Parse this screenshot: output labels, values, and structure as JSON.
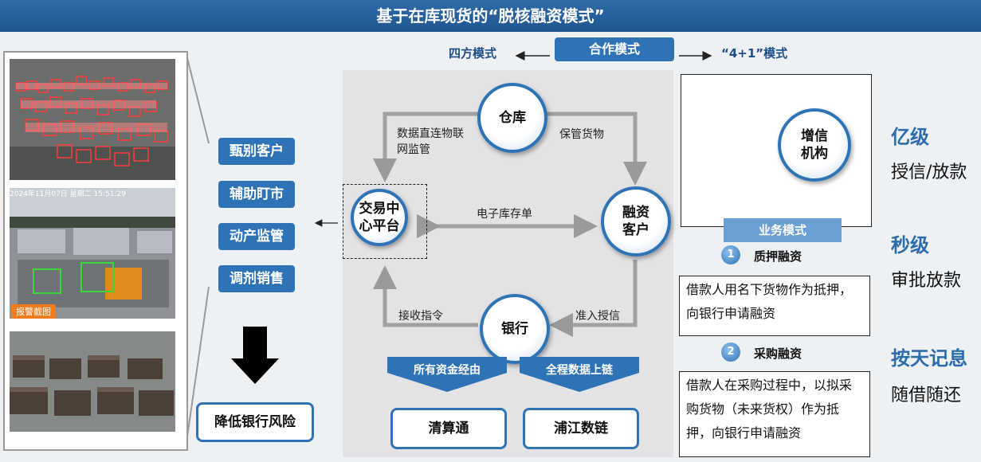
{
  "banner": {
    "title": "基于在库现货的“脱核融资模式”"
  },
  "modes": {
    "left": "四方模式",
    "center": "合作模式",
    "right": "“4+1”模式"
  },
  "left_panel": {
    "photo2_caption": "报警截图",
    "photo2_stamp": "2024年11月07日 星期二 15:51:29"
  },
  "side_buttons": [
    "甄别客户",
    "辅助盯市",
    "动产监管",
    "调剂销售"
  ],
  "reduce_risk": "降低银行风险",
  "nodes": {
    "warehouse": "仓库",
    "trade_platform": "交易中心平台",
    "customer": "融资客户",
    "bank": "银行"
  },
  "edges": {
    "data_link": "数据直连物联网监管",
    "custody": "保管货物",
    "receipt": "电子库存单",
    "receive_cmd": "接收指令",
    "credit": "准入授信"
  },
  "bottom": {
    "funds_label": "所有资金经由",
    "chain_label": "全程数据上链",
    "clearing": "清算通",
    "pujiang": "浦江数链"
  },
  "credit_org": "增信机构",
  "business": {
    "title": "业务模式",
    "mode1_num": "1",
    "mode1_name": "质押融资",
    "mode1_desc": "借款人用名下货物作为抵押，向银行申请融资",
    "mode2_num": "2",
    "mode2_name": "采购融资",
    "mode2_desc": "借款人在采购过程中，以拟采购货物（未来货权）作为抵押，向银行申请融资"
  },
  "highlights": [
    {
      "big": "亿级",
      "small": "授信/放款"
    },
    {
      "big": "秒级",
      "small": "审批放款"
    },
    {
      "big": "按天记息",
      "small": "随借随还"
    }
  ],
  "colors": {
    "accent": "#2f73b7",
    "banner": "#2a63a0",
    "highlight_text": "#2d6cab"
  }
}
